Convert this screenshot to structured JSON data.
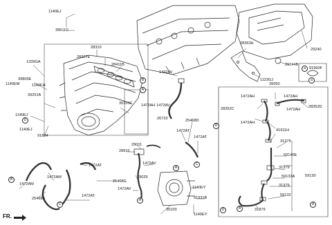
{
  "labels": {
    "p1140ej_a": "1140EJ",
    "p39611c": "39611C",
    "p28310": "28310",
    "p28327e": "28327E",
    "p28411b": "28411B",
    "p1339ga": "1339GA",
    "p39800e": "39800E",
    "p1140em": "1140EM",
    "p1140fh": "1140FH",
    "p39251a": "39251A",
    "p1140ej_b": "1140EJ",
    "p1140ej_c": "1140EJ",
    "p91864": "91864",
    "p1472av_a": "1472AV",
    "p1472ah_a": "1472AH",
    "p1472av_b": "1472AV",
    "p35101c": "35101C",
    "p26720": "26720",
    "p28353h": "28353H",
    "p1123gj": "1123GJ",
    "p29240": "29240",
    "p29244b": "29244B",
    "p91960f": "91960F",
    "p28350": "28350",
    "p28352c": "28352C",
    "p28352d": "28352D",
    "p1472ah_b": "1472AH",
    "p1472ah_c": "1472AH",
    "p1472ah_d": "1472AH",
    "p1472ah_e": "1472AH",
    "p41911h": "41911H",
    "p31379_a": "31379",
    "p59140e": "59140E",
    "p31379_b": "31379",
    "p59133a": "59133A",
    "p59130": "59130",
    "p31379_c": "31379",
    "p59132": "59132",
    "p31379_d": "31379",
    "p25468d": "25468D",
    "p1472at_a": "1472AT",
    "p1472at_b": "1472AT",
    "p29011": "29011",
    "p28910": "28910",
    "p1472av_c": "1472AV",
    "p29025": "29025",
    "p1472av_d": "1472AV",
    "p1140ey_a": "1140EY",
    "p91931b": "91931B",
    "p35100": "35100",
    "p1140ey_b": "1140EY",
    "p1472at_c": "1472AT",
    "p1472am_a": "1472AM",
    "p1472am_b": "1472AM",
    "p25468g": "25468G",
    "p1472at_d": "1472AT",
    "p25468e": "25468E",
    "fr": "FR."
  },
  "callouts": {
    "a1": "A",
    "a2": "A",
    "a3": "A",
    "a4": "A",
    "b1": "B",
    "b2": "B",
    "b3": "B",
    "c1": "C",
    "c2": "C",
    "d1": "D",
    "d2": "D",
    "d3": "D",
    "e1": "a",
    "e2": "a"
  }
}
